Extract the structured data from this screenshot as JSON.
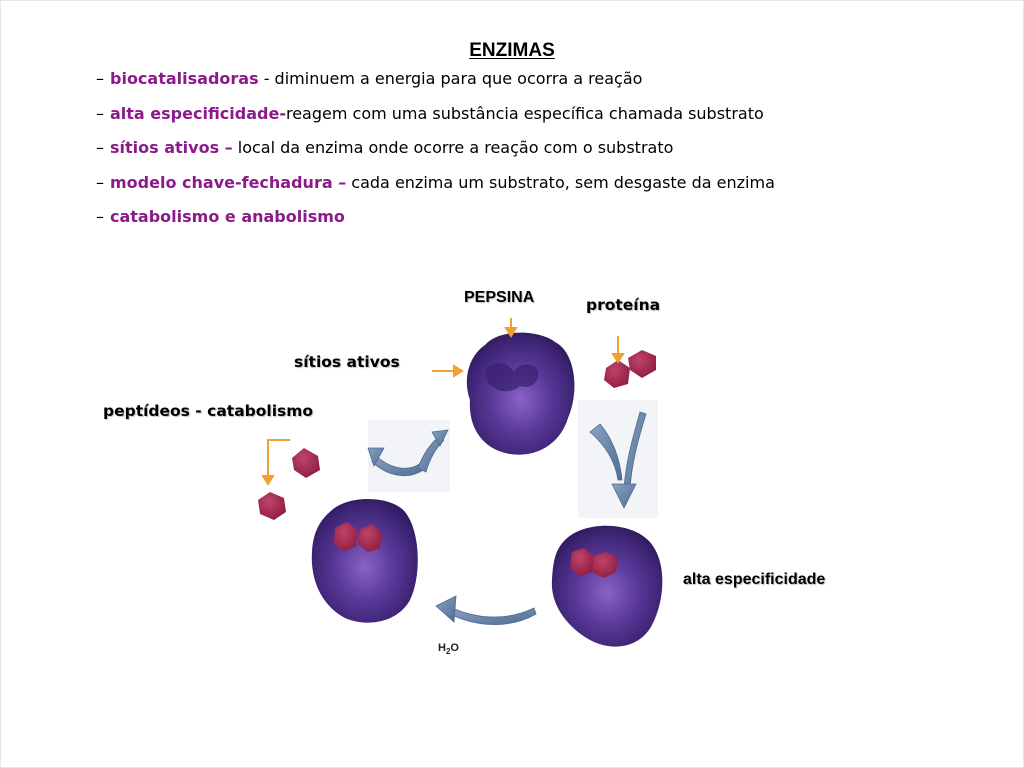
{
  "title": "ENZIMAS",
  "colors": {
    "keyword": "#8b1a8b",
    "enzyme": "#4a2b82",
    "substrate": "#a3234b",
    "arrow_orange": "#f0a030",
    "curved_arrow": "#6e88a8"
  },
  "bullets": [
    {
      "dash": "–",
      "keyword": "biocatalisadoras",
      "text": " - diminuem a energia para que ocorra a reação"
    },
    {
      "dash": "–",
      "keyword": "alta especificidade-",
      "text": "reagem com uma substância específica chamada substrato"
    },
    {
      "dash": "–",
      "keyword": "sítios ativos –",
      "text": " local da enzima  onde ocorre a reação com o substrato"
    },
    {
      "dash": "–",
      "keyword": "modelo chave-fechadura –",
      "text": " cada enzima um substrato, sem desgaste da enzima"
    },
    {
      "dash": "–",
      "keyword": "catabolismo e anabolismo",
      "text": ""
    }
  ],
  "diagram": {
    "labels": {
      "pepsina": "PEPSINA",
      "proteina": "proteína",
      "sitios_ativos": "sítios ativos",
      "peptideos": "peptídeos - catabolismo",
      "alta_especificidade": "alta especificidade"
    },
    "h2o": {
      "main": "H",
      "sub": "2",
      "end": "O"
    }
  }
}
